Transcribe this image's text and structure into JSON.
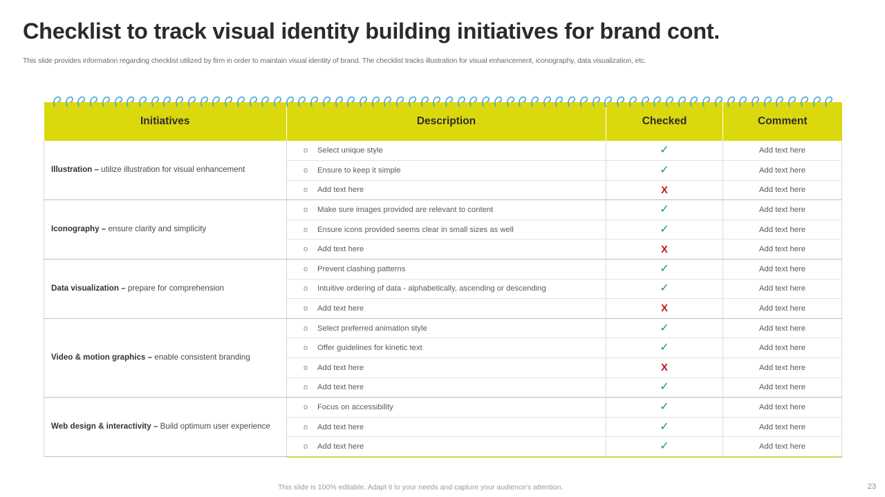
{
  "header": {
    "title": "Checklist to track visual identity building initiatives for brand cont.",
    "subtitle": "This slide provides information regarding checklist utilized by firm in order to maintain visual identity of brand. The checklist tracks illustration for visual enhancement, iconography, data visualization, etc."
  },
  "colors": {
    "header_yellow": "#DBD90E",
    "check_green": "#169B3F",
    "cross_red": "#C40F1C",
    "spiral_ring": "#4FA8D8",
    "table_bottom_rule": "#D3CF5E"
  },
  "table": {
    "columns": [
      "Initiatives",
      "Description",
      "Checked",
      "Comment"
    ],
    "bullet_glyph": "o",
    "check_glyph": "✓",
    "cross_glyph": "X",
    "groups": [
      {
        "lead": "Illustration – ",
        "rest": "utilize illustration for visual enhancement",
        "rows": [
          {
            "description": "Select unique  style",
            "checked": "check",
            "comment": "Add text here"
          },
          {
            "description": "Ensure to keep it simple",
            "checked": "check",
            "comment": "Add text here"
          },
          {
            "description": "Add text here",
            "checked": "cross",
            "comment": "Add text here"
          }
        ]
      },
      {
        "lead": "Iconography – ",
        "rest": "ensure clarity and simplicity",
        "rows": [
          {
            "description": "Make sure images provided  are relevant  to content",
            "checked": "check",
            "comment": "Add text here"
          },
          {
            "description": "Ensure icons provided  seems clear in small sizes as well",
            "checked": "check",
            "comment": "Add text here"
          },
          {
            "description": "Add text here",
            "checked": "cross",
            "comment": "Add text here"
          }
        ]
      },
      {
        "lead": "Data visualization – ",
        "rest": "prepare for comprehension",
        "rows": [
          {
            "description": "Prevent  clashing patterns",
            "checked": "check",
            "comment": "Add text here"
          },
          {
            "description": "Intuitive  ordering  of data - alphabetically,  ascending  or descending",
            "checked": "check",
            "comment": "Add text here"
          },
          {
            "description": "Add text here",
            "checked": "cross",
            "comment": "Add text here"
          }
        ]
      },
      {
        "lead": "Video & motion graphics – ",
        "rest": "enable consistent branding",
        "rows": [
          {
            "description": "Select preferred  animation  style",
            "checked": "check",
            "comment": "Add text here"
          },
          {
            "description": "Offer  guidelines for  kinetic text",
            "checked": "check",
            "comment": "Add text here"
          },
          {
            "description": "Add text here",
            "checked": "cross",
            "comment": "Add text here"
          },
          {
            "description": "Add text here",
            "checked": "check",
            "comment": "Add text here"
          }
        ]
      },
      {
        "lead": "Web design & interactivity – ",
        "rest": "Build optimum user experience",
        "rows": [
          {
            "description": "Focus on accessibility",
            "checked": "check",
            "comment": "Add text here"
          },
          {
            "description": "Add text here",
            "checked": "check",
            "comment": "Add text here"
          },
          {
            "description": "Add text here",
            "checked": "check",
            "comment": "Add text here"
          }
        ]
      }
    ]
  },
  "footer": {
    "note": "This slide is 100% editable. Adapt it to your needs and capture your audience's attention.",
    "page_number": "23"
  },
  "spiral": {
    "ring_count": 64
  }
}
